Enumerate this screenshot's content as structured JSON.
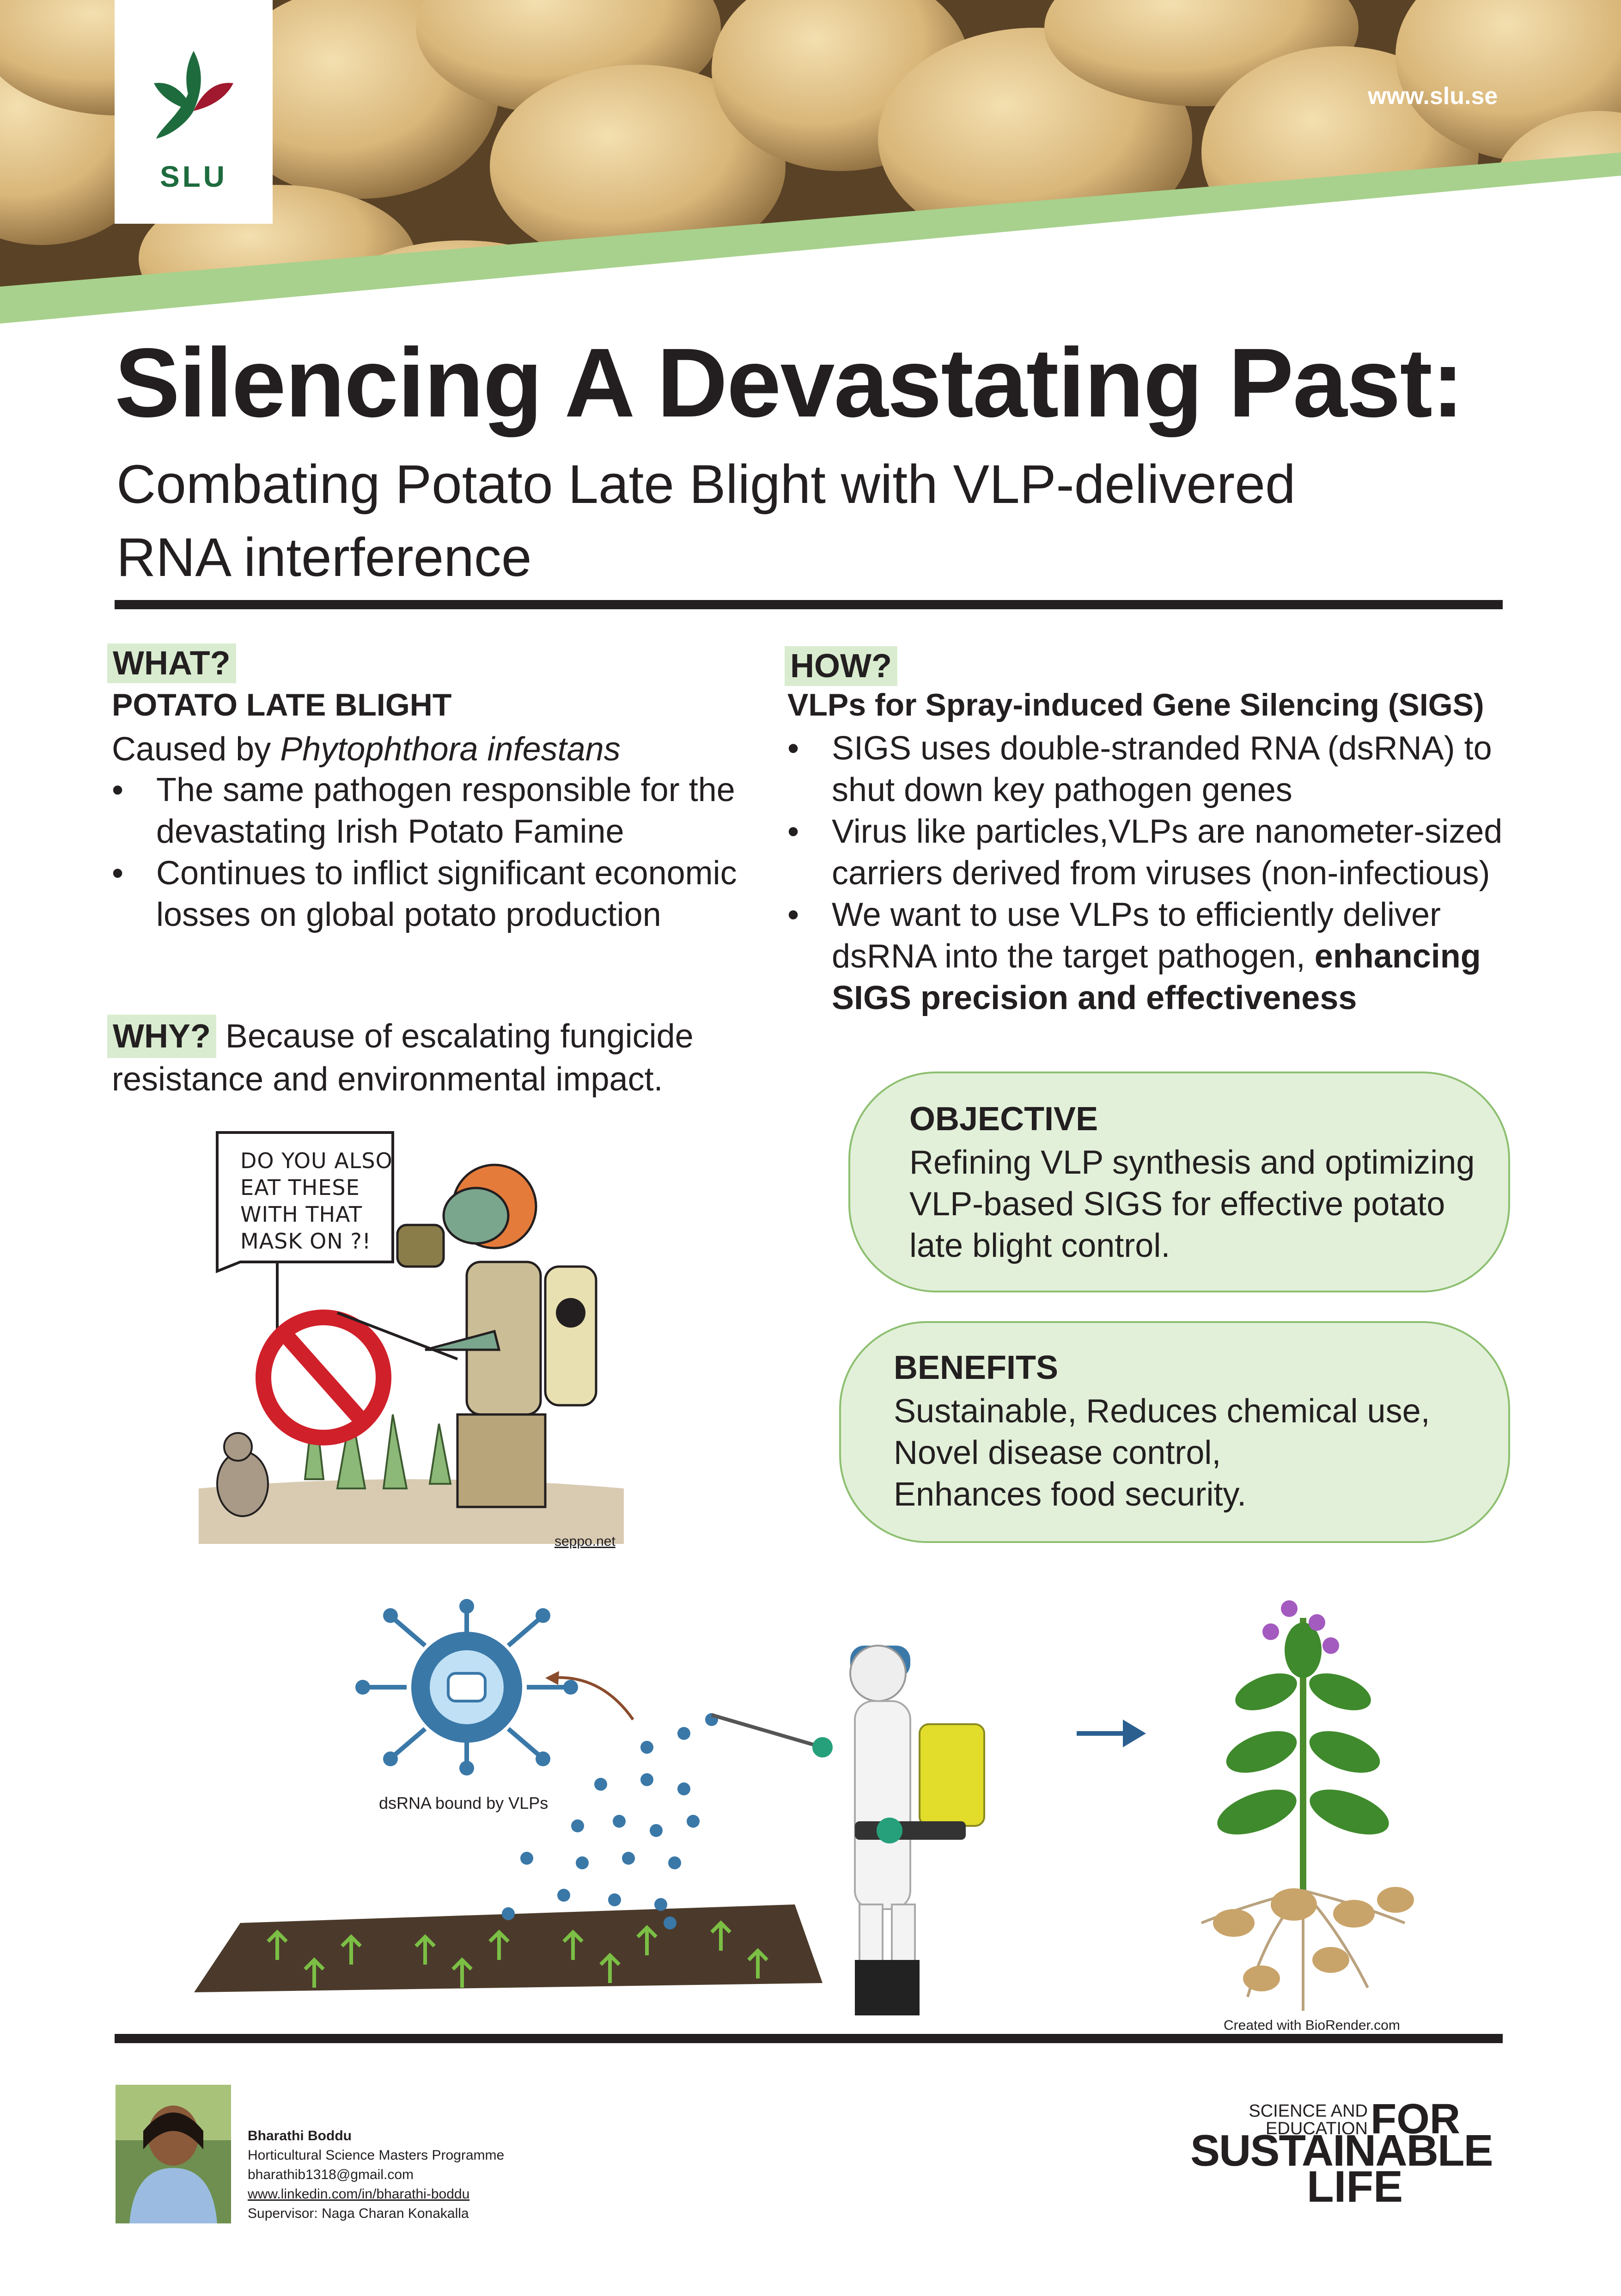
{
  "header": {
    "logo_text": "SLU",
    "url": "www.slu.se"
  },
  "title": "Silencing A Devastating Past:",
  "subtitle": {
    "line1": "Combating Potato Late Blight with VLP-delivered",
    "line2": "RNA interference"
  },
  "what": {
    "tag": "WHAT?",
    "heading": "POTATO LATE BLIGHT",
    "caused_prefix": "Caused by ",
    "caused_species": "Phytophthora infestans",
    "bullets": [
      "The same pathogen responsible for the devastating Irish Potato Famine",
      "Continues to inflict significant economic losses on global potato production"
    ]
  },
  "why": {
    "tag": "WHY?",
    "text_line1": " Because of escalating fungicide",
    "text_line2": "resistance and environmental impact."
  },
  "how": {
    "tag": "HOW?",
    "heading": "VLPs for Spray-induced Gene Silencing (SIGS)",
    "bullet1": "SIGS uses double-stranded RNA (dsRNA) to shut down key pathogen genes",
    "bullet2": "Virus like particles,VLPs are nanometer-sized carriers derived from viruses (non-infectious)",
    "bullet3_plain": "We want to use VLPs to efficiently deliver dsRNA into the target pathogen, ",
    "bullet3_bold": "enhancing SIGS precision and effectiveness"
  },
  "objective": {
    "title": "OBJECTIVE",
    "text": "Refining VLP synthesis and optimizing VLP-based SIGS for effective potato late blight control."
  },
  "benefits": {
    "title": "BENEFITS",
    "line1": "Sustainable, Reduces chemical use,",
    "line2": "Novel disease control,",
    "line3": "Enhances food security."
  },
  "cartoon": {
    "bubble_line1": "DO YOU ALSO",
    "bubble_line2": "EAT THESE",
    "bubble_line3": "WITH THAT",
    "bubble_line4": "MASK ON ?!",
    "credit": "seppo.net"
  },
  "illustration": {
    "vlp_caption": "dsRNA bound by VLPs",
    "credit": "Created with BioRender.com"
  },
  "author": {
    "name": "Bharathi Boddu",
    "programme": "Horticultural Science Masters Programme",
    "email": "bharathib1318@gmail.com",
    "linkedin": "www.linkedin.com/in/bharathi-boddu",
    "supervisor": "Supervisor: Naga Charan Konakalla"
  },
  "slogan": {
    "small_line1": "SCIENCE AND",
    "small_line2": "EDUCATION",
    "for": "FOR",
    "sustainable": "SUSTAINABLE",
    "life": "LIFE"
  },
  "colors": {
    "accent_green": "#a8d18d",
    "tag_green": "#d9ecd0",
    "pill_fill": "#e2f0d9",
    "logo_green": "#1e6b3e",
    "logo_red": "#a0192e",
    "text": "#231f20"
  }
}
